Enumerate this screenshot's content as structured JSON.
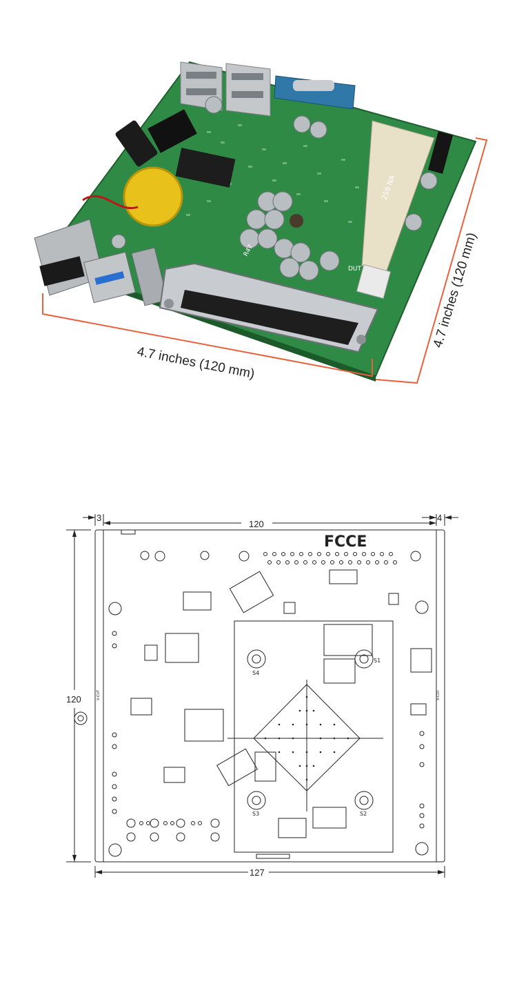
{
  "photo": {
    "width_label": "4.7 inches (120 mm)",
    "depth_label": "4.7 inches (120 mm)",
    "dimension_line_color": "#e8603c",
    "board_color": "#2f8a45",
    "silkscreen": {
      "dimm_label": "256 NA",
      "dut_label": "DUT",
      "connector_label": "R47"
    }
  },
  "drawing": {
    "dim_top_left": "3",
    "dim_top_width": "120",
    "dim_top_right": "4",
    "dim_side_height": "120",
    "dim_bottom_width": "127",
    "logo_text": "FCCE",
    "standoffs": [
      "S1",
      "S2",
      "S3",
      "S4"
    ],
    "edge_mark": "V-CUT",
    "line_color": "#222222"
  }
}
